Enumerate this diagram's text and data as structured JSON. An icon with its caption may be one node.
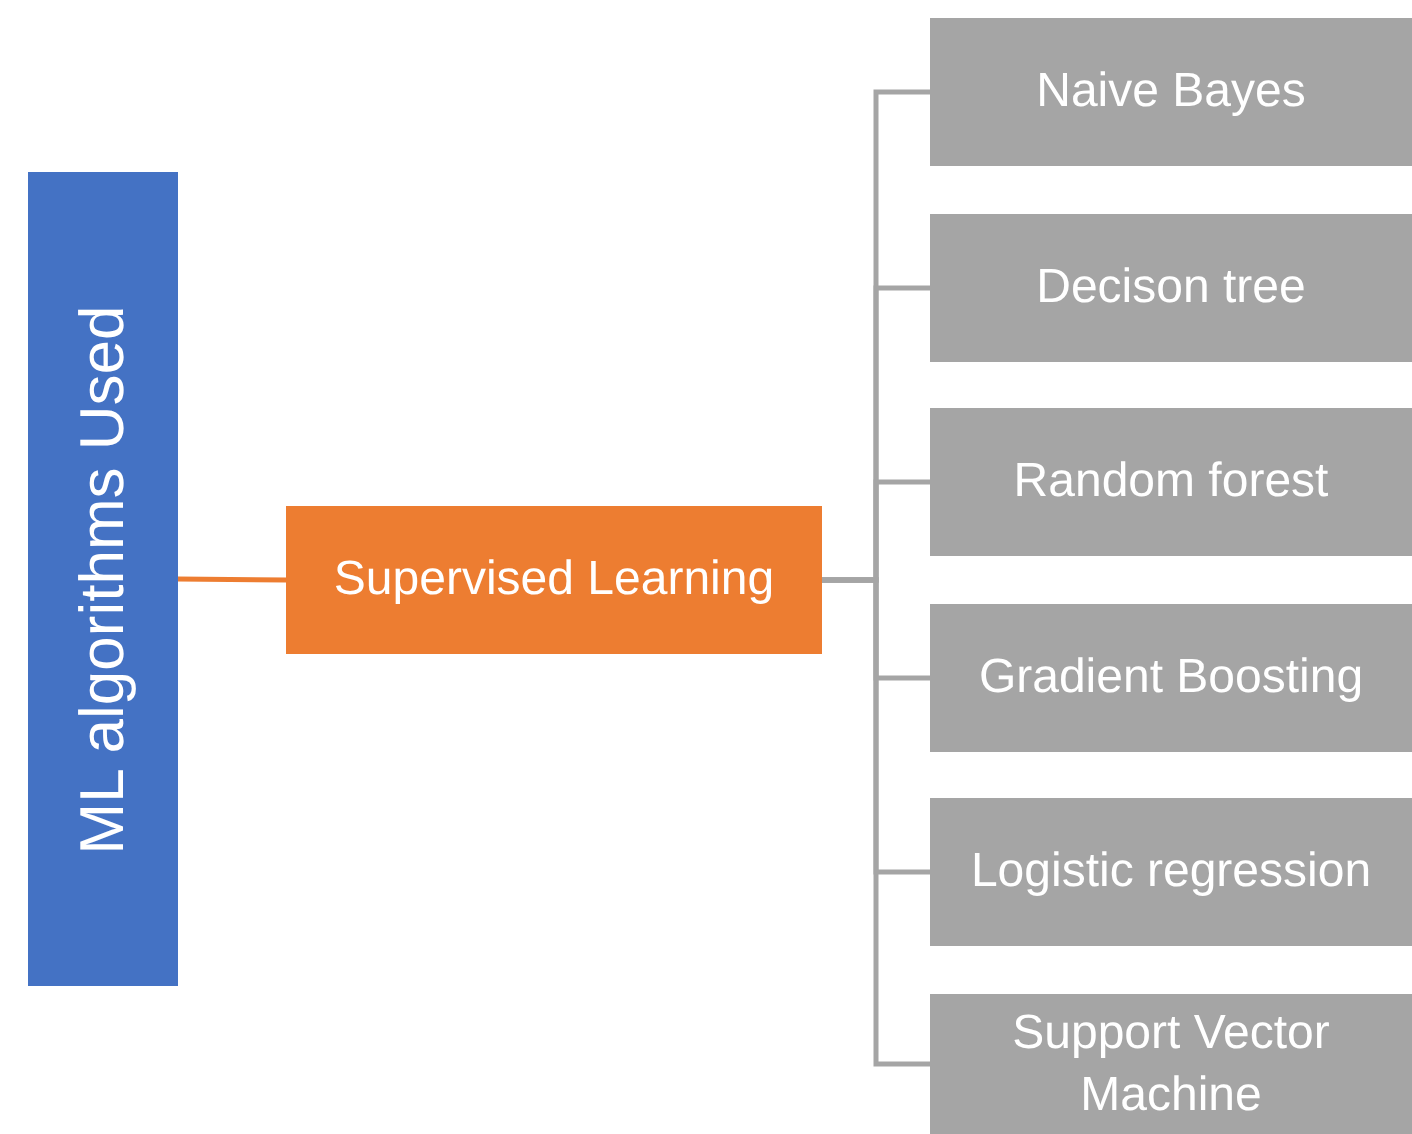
{
  "diagram": {
    "nodes": [
      {
        "text": [
          "ML algorithms Used"
        ]
      },
      {
        "text": [
          "Supervised Learning"
        ]
      },
      {
        "text": [
          "Naive Bayes"
        ]
      },
      {
        "text": [
          "Decison tree"
        ]
      },
      {
        "text": [
          "Random forest"
        ]
      },
      {
        "text": [
          "Gradient Boosting"
        ]
      },
      {
        "text": [
          "Logistic regression"
        ]
      },
      {
        "text": [
          "Support Vector Machine"
        ]
      }
    ],
    "edges": [
      {
        "from": 0,
        "to": 1,
        "arrow": "none",
        "color": "#ed7d31"
      },
      {
        "from": 1,
        "to": 2,
        "arrow": "none"
      },
      {
        "from": 1,
        "to": 3,
        "arrow": "none"
      },
      {
        "from": 1,
        "to": 4,
        "arrow": "none"
      },
      {
        "from": 1,
        "to": 5,
        "arrow": "none"
      },
      {
        "from": 1,
        "to": 6,
        "arrow": "none"
      },
      {
        "from": 1,
        "to": 7,
        "arrow": "none"
      }
    ]
  }
}
